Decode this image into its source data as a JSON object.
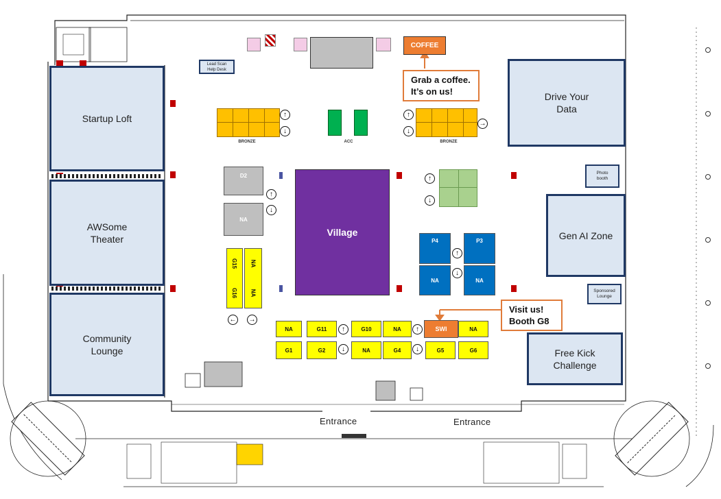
{
  "zones": {
    "startup_loft": "Startup Loft",
    "awsome_theater": "AWSome Theater",
    "community_lounge": "Community Lounge",
    "drive_your_data": "Drive Your Data",
    "gen_ai_zone": "Gen AI Zone",
    "free_kick": "Free Kick Challenge",
    "village": "Village",
    "photo_booth": "Photo booth",
    "sponsored_lounge": "Sponsored Lounge",
    "lead_scan": "Lead Scan Help Desk",
    "coffee": "COFFEE"
  },
  "callouts": {
    "coffee_line1": "Grab a coffee.",
    "coffee_line2": "It’s on us!",
    "visit_line1": "Visit us!",
    "visit_line2": "Booth G8"
  },
  "entrances": {
    "left": "Entrance",
    "right": "Entrance"
  },
  "group_labels": {
    "bronze_left": "BRONZE",
    "acc": "ACC",
    "bronze_right": "BRONZE"
  },
  "booths": {
    "d2": "D2",
    "na": "NA",
    "g15": "G15",
    "g16": "G16",
    "p4": "P4",
    "p3": "P3",
    "swi": "SWI",
    "g1": "G1",
    "g2": "G2",
    "g4": "G4",
    "g5": "G5",
    "g6": "G6",
    "g10": "G10",
    "g11": "G11"
  },
  "colors": {
    "zone_fill": "#dce6f2",
    "zone_border": "#1f3864",
    "village": "#7030a0",
    "yellow": "#ffff00",
    "orange": "#ed7d31",
    "gold": "#ffc000",
    "green": "#00b050",
    "light_green": "#a9d18e",
    "blue": "#0070c0",
    "grey": "#bfbfbf",
    "pink": "#f4cce6"
  }
}
